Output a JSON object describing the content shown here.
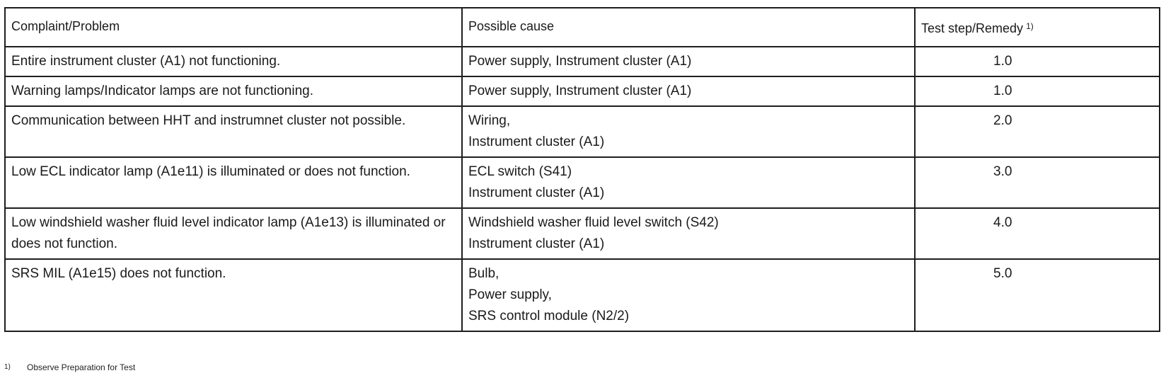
{
  "table": {
    "headers": {
      "complaint": "Complaint/Problem",
      "cause": "Possible cause",
      "remedy": "Test step/Remedy",
      "remedy_footnote_mark": "1)"
    },
    "rows": [
      {
        "complaint": "Entire instrument cluster (A1) not functioning.",
        "cause": [
          "Power supply, Instrument cluster (A1)"
        ],
        "step": "1.0"
      },
      {
        "complaint": "Warning lamps/Indicator lamps are not functioning.",
        "cause": [
          "Power supply, Instrument cluster (A1)"
        ],
        "step": "1.0"
      },
      {
        "complaint": "Communication between HHT and instrumnet cluster not possible.",
        "cause": [
          "Wiring,",
          "Instrument cluster (A1)"
        ],
        "step": "2.0"
      },
      {
        "complaint": "Low ECL indicator lamp (A1e11) is illuminated or does not function.",
        "cause": [
          "ECL switch (S41)",
          "Instrument cluster (A1)"
        ],
        "step": "3.0"
      },
      {
        "complaint": "Low windshield washer fluid level indicator lamp (A1e13) is illuminated or does not function.",
        "cause": [
          "Windshield washer fluid level switch (S42)",
          "Instrument cluster (A1)"
        ],
        "step": "4.0"
      },
      {
        "complaint": "SRS MIL (A1e15) does not function.",
        "cause": [
          "Bulb,",
          "Power supply,",
          "SRS control module (N2/2)"
        ],
        "step": "5.0"
      }
    ]
  },
  "footnote": {
    "mark": "1)",
    "text": "Observe Preparation for Test"
  }
}
